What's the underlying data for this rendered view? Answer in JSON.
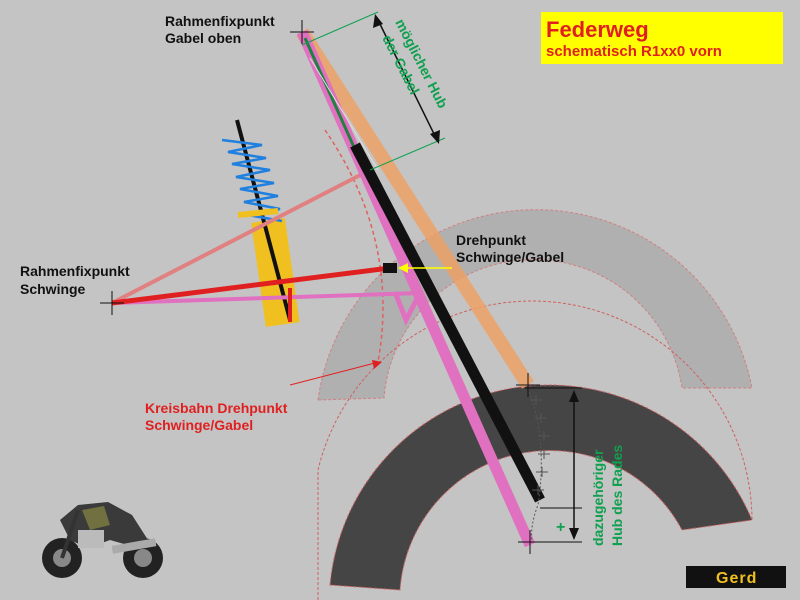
{
  "title": {
    "main": "Federweg",
    "sub": "schematisch R1xx0 vorn"
  },
  "labels": {
    "frame_fork_top_1": "Rahmenfixpunkt",
    "frame_fork_top_2": "Gabel oben",
    "frame_swingarm_1": "Rahmenfixpunkt",
    "frame_swingarm_2": "Schwinge",
    "pivot_1": "Drehpunkt",
    "pivot_2": "Schwinge/Gabel",
    "arc_1": "Kreisbahn Drehpunkt",
    "arc_2": "Schwinge/Gabel",
    "fork_travel_1": "möglicher Hub",
    "fork_travel_2": "der Gabel",
    "wheel_travel_1": "dazugehöriger",
    "wheel_travel_2": "Hub des Rades",
    "plus": "+"
  },
  "logo": {
    "text": "Gerd"
  },
  "colors": {
    "background": "#c4c4c4",
    "wheel_ghost": "#b0b0b0",
    "wheel": "#454545",
    "swingarm": "#e02020",
    "fork_top": "#f0a060",
    "fork_bottom": "#e070c0",
    "spring": "#2080e0",
    "damper": "#f0c020",
    "label_green": "#10a050",
    "label_red": "#e02020",
    "title_box": "#ffff00"
  }
}
